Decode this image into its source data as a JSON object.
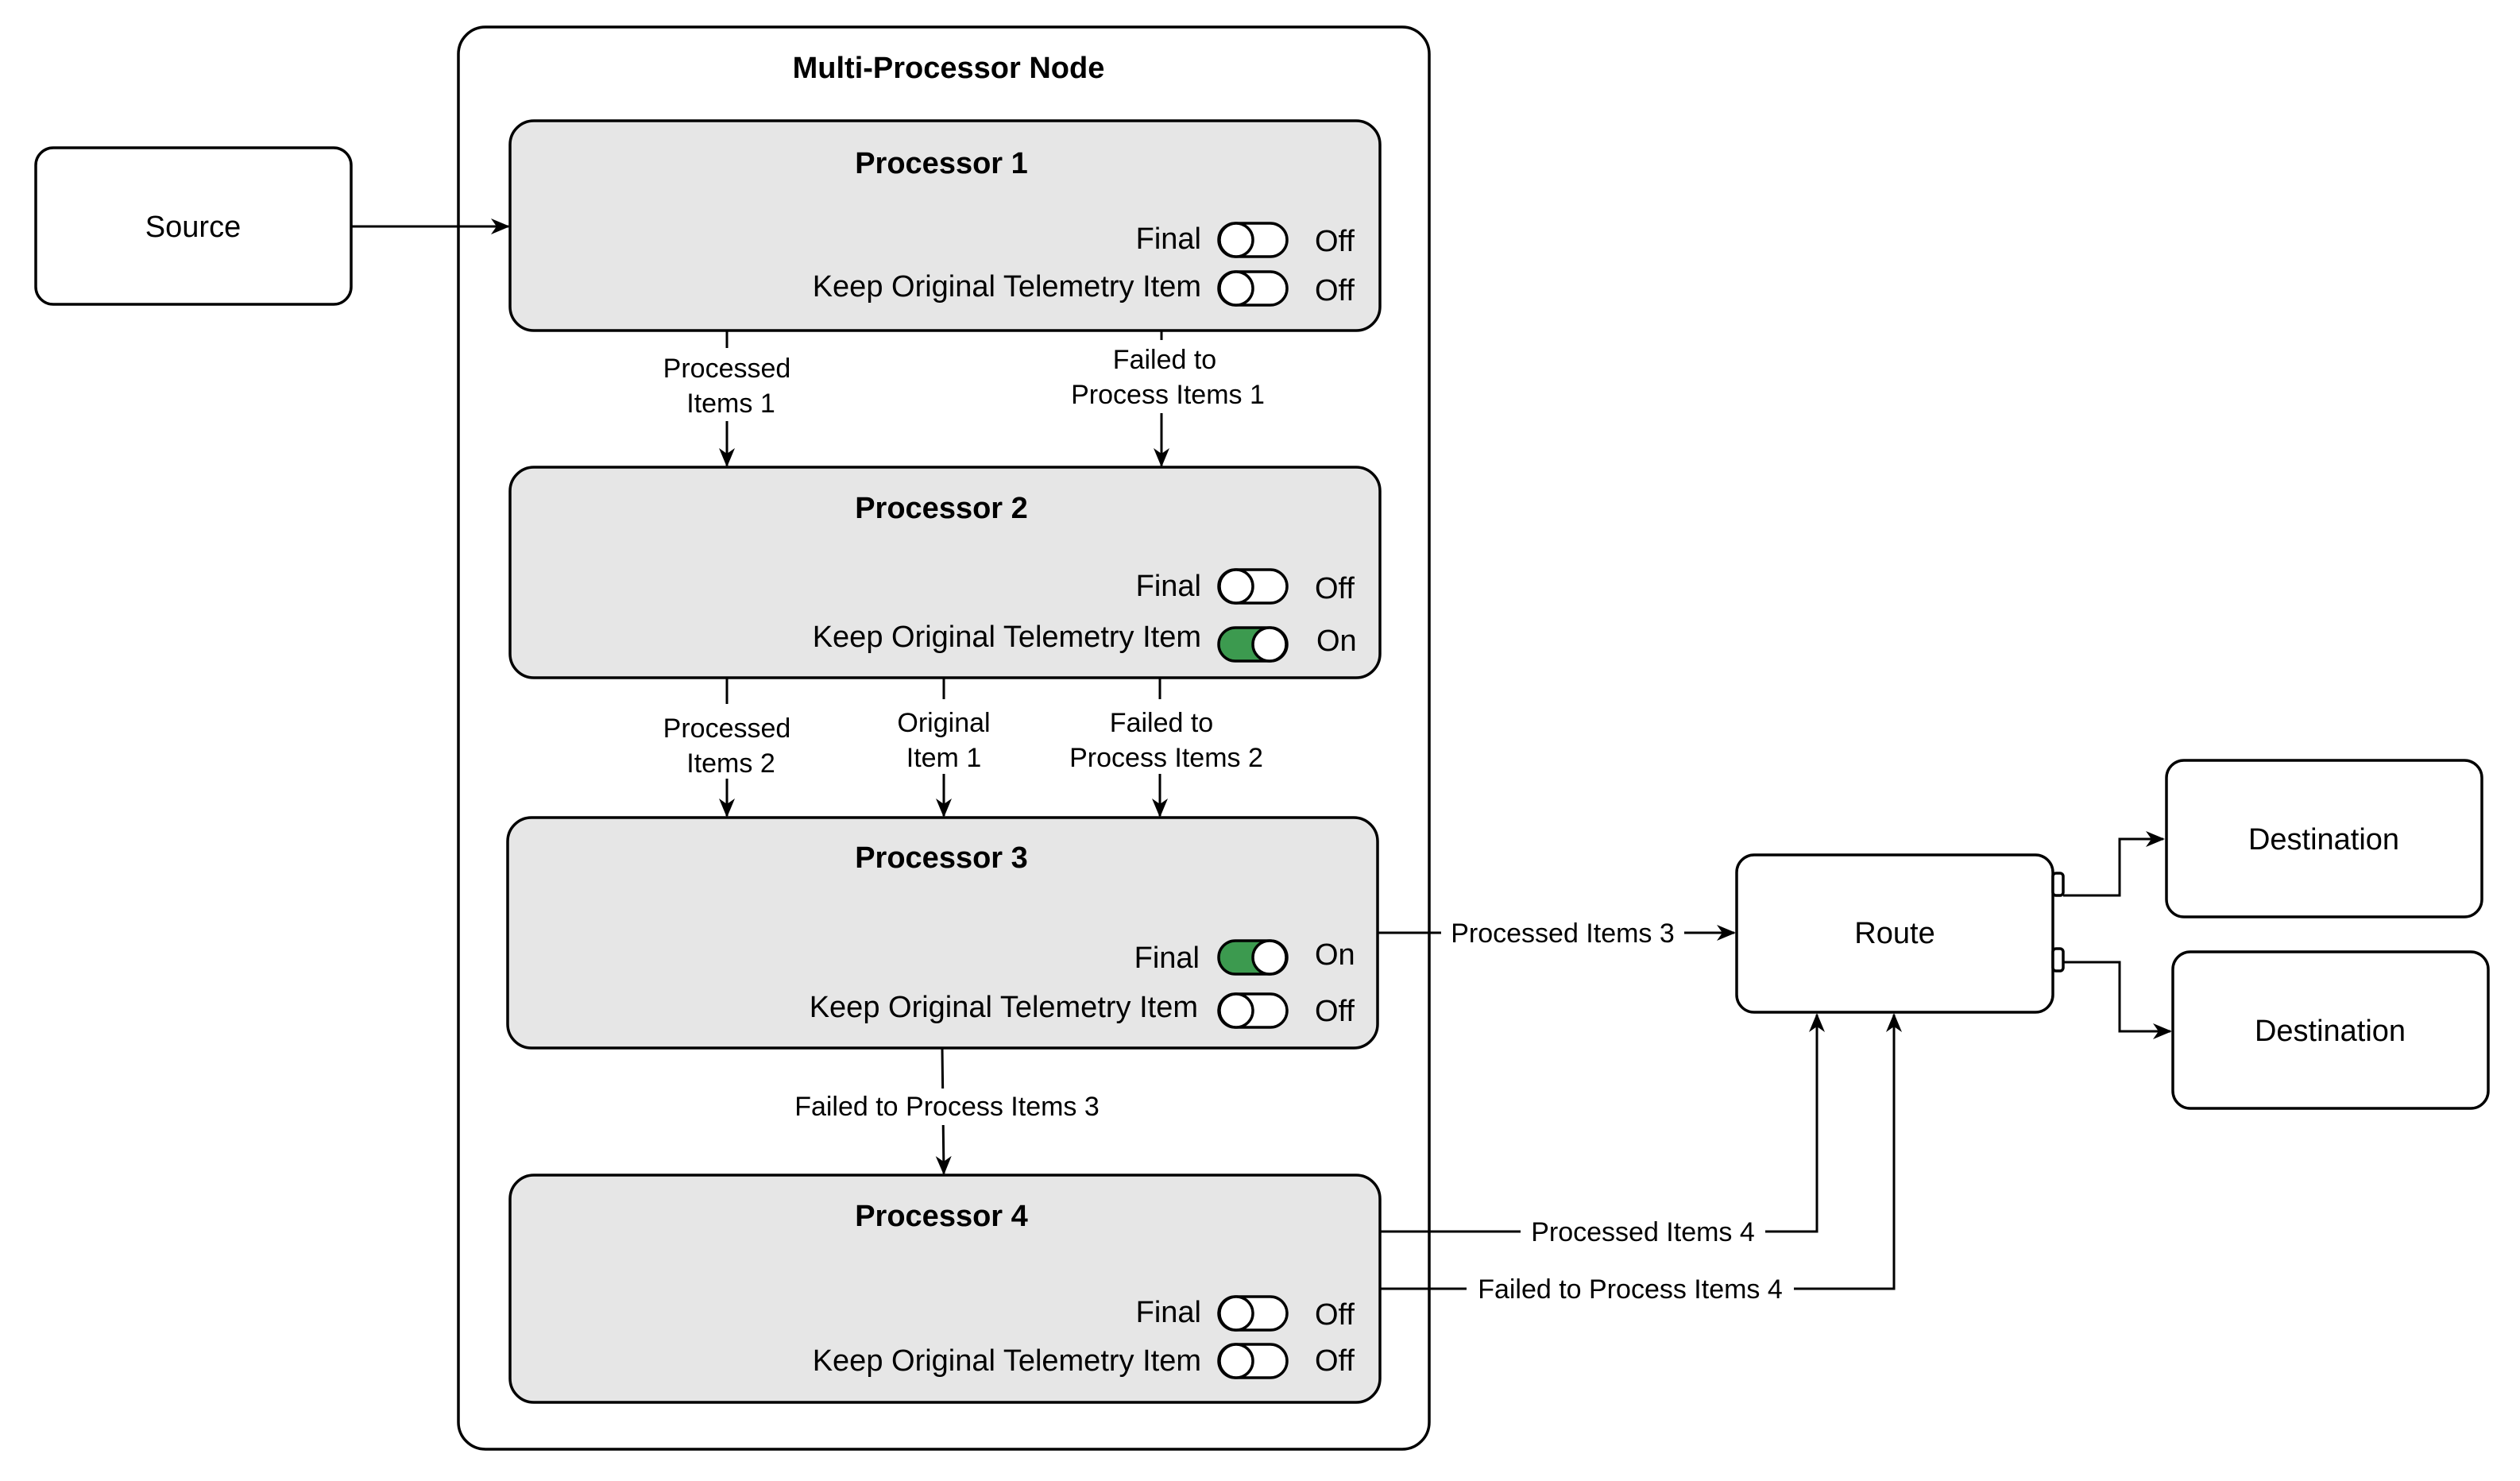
{
  "node": {
    "title": "Multi-Processor Node"
  },
  "source": {
    "label": "Source"
  },
  "route": {
    "label": "Route"
  },
  "destinations": [
    {
      "label": "Destination"
    },
    {
      "label": "Destination"
    }
  ],
  "processors": [
    {
      "title": "Processor 1",
      "final": {
        "label": "Final",
        "state": "Off",
        "on": false
      },
      "keep": {
        "label": "Keep Original Telemetry Item",
        "state": "Off",
        "on": false
      }
    },
    {
      "title": "Processor 2",
      "final": {
        "label": "Final",
        "state": "Off",
        "on": false
      },
      "keep": {
        "label": "Keep Original Telemetry Item",
        "state": "On",
        "on": true
      }
    },
    {
      "title": "Processor 3",
      "final": {
        "label": "Final",
        "state": "On",
        "on": true
      },
      "keep": {
        "label": "Keep Original Telemetry Item",
        "state": "Off",
        "on": false
      }
    },
    {
      "title": "Processor 4",
      "final": {
        "label": "Final",
        "state": "Off",
        "on": false
      },
      "keep": {
        "label": "Keep Original Telemetry Item",
        "state": "Off",
        "on": false
      }
    }
  ],
  "edges": {
    "p1_processed": [
      "Processed",
      "Items 1"
    ],
    "p1_failed": [
      "Failed to",
      "Process Items 1"
    ],
    "p2_processed": [
      "Processed",
      "Items 2"
    ],
    "p2_original": [
      "Original",
      "Item 1"
    ],
    "p2_failed": [
      "Failed to",
      "Process Items 2"
    ],
    "p3_processed": "Processed Items 3",
    "p3_failed": "Failed to Process Items 3",
    "p4_processed": "Processed Items 4",
    "p4_failed": "Failed to Process Items 4"
  },
  "colors": {
    "toggle_on": "#3c9a4f",
    "processor_fill": "#e6e6e6",
    "line": "#000000"
  }
}
